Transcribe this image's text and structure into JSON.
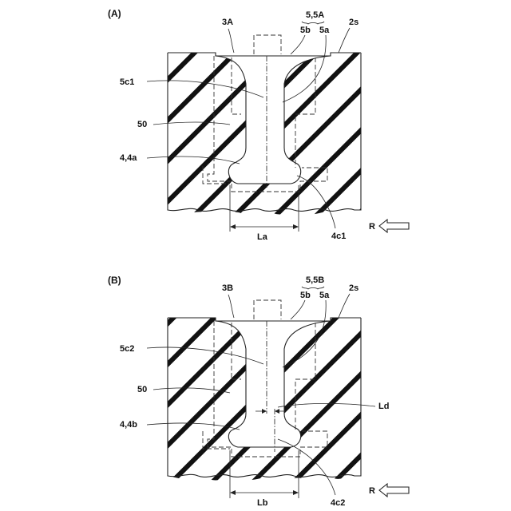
{
  "panels": [
    {
      "id": "A",
      "panel_label": "(A)",
      "groove_label": "3A",
      "sipe_label": "5,5A",
      "sub_b_label": "5b",
      "sub_a_label": "5a",
      "surface_label": "2s",
      "connector_label": "5c1",
      "outline_label": "50",
      "bottom_label": "4,4a",
      "width_label": "La",
      "corner_label": "4c1",
      "direction_label": "R"
    },
    {
      "id": "B",
      "panel_label": "(B)",
      "groove_label": "3B",
      "sipe_label": "5,5B",
      "sub_b_label": "5b",
      "sub_a_label": "5a",
      "surface_label": "2s",
      "connector_label": "5c2",
      "outline_label": "50",
      "offset_label": "Ld",
      "bottom_label": "4,4b",
      "width_label": "Lb",
      "corner_label": "4c2",
      "direction_label": "R"
    }
  ],
  "colors": {
    "line": "#222222",
    "hatch": "#111111",
    "background": "#ffffff"
  }
}
